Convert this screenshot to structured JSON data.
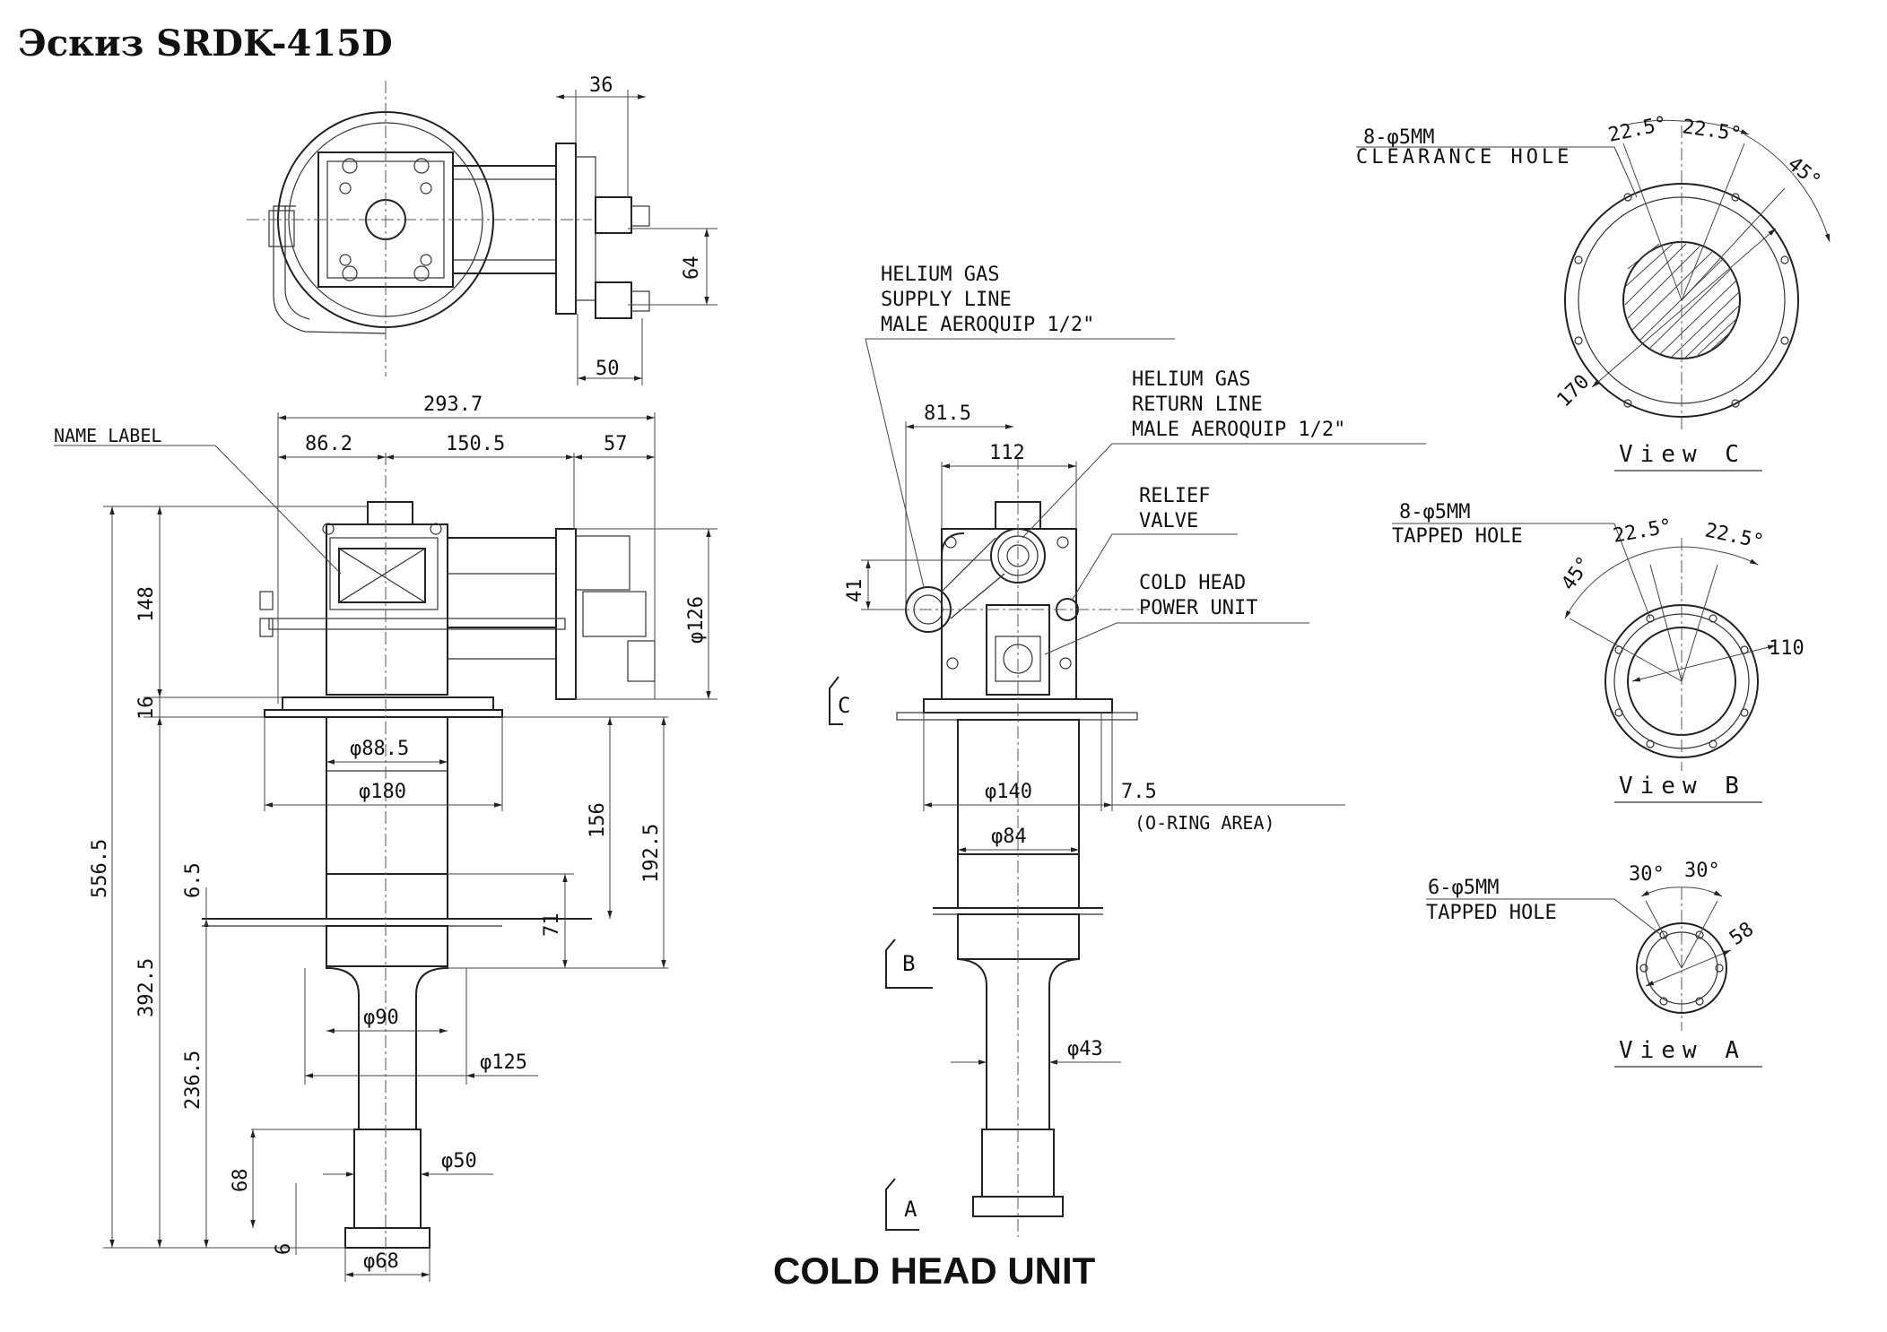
{
  "header": {
    "title": "Эскиз SRDK-415D"
  },
  "top_view": {
    "dims": {
      "d36": "36",
      "d64": "64",
      "d50": "50"
    }
  },
  "side_view": {
    "name_label": "NAME LABEL",
    "dims": {
      "overall_width": "293.7",
      "w86": "86.2",
      "w150": "150.5",
      "w57": "57",
      "h148": "148",
      "h16": "16",
      "h556": "556.5",
      "h392": "392.5",
      "h236": "236.5",
      "h68": "68",
      "h6": "6",
      "h6_5": "6.5",
      "h71": "71",
      "h156": "156",
      "h192": "192.5",
      "phi126": "φ126",
      "phi88": "φ88.5",
      "phi180": "φ180",
      "phi90": "φ90",
      "phi125": "φ125",
      "phi50": "φ50",
      "phi68": "φ68"
    }
  },
  "front_view": {
    "callouts": {
      "supply": [
        "HELIUM GAS",
        "SUPPLY LINE",
        "MALE AEROQUIP 1/2\""
      ],
      "return": [
        "HELIUM GAS",
        "RETURN LINE",
        "MALE AEROQUIP 1/2\""
      ],
      "relief": [
        "RELIEF",
        "VALVE"
      ],
      "power": [
        "COLD HEAD",
        "POWER UNIT"
      ]
    },
    "dims": {
      "d81": "81.5",
      "d112": "112",
      "d41": "41",
      "phi140": "φ140",
      "d7_5": "7.5",
      "oring": "(O-RING AREA)",
      "phi84": "φ84",
      "phi43": "φ43"
    },
    "section_marks": {
      "c": "C",
      "b": "B",
      "a": "A"
    }
  },
  "view_c": {
    "hole_spec": "8-φ5MM",
    "hole_type": "CLEARANCE HOLE",
    "angle1": "22.5°",
    "angle2": "22.5°",
    "angle3": "45°",
    "diameter": "170",
    "label": "View C"
  },
  "view_b": {
    "hole_spec": "8-φ5MM",
    "hole_type": "TAPPED HOLE",
    "angle1": "22.5°",
    "angle2": "22.5°",
    "angle3": "45°",
    "diameter": "110",
    "label": "View B"
  },
  "view_a": {
    "hole_spec": "6-φ5MM",
    "hole_type": "TAPPED HOLE",
    "angle1": "30°",
    "angle2": "30°",
    "diameter": "58",
    "label": "View A"
  },
  "footer": {
    "caption": "COLD HEAD UNIT"
  }
}
